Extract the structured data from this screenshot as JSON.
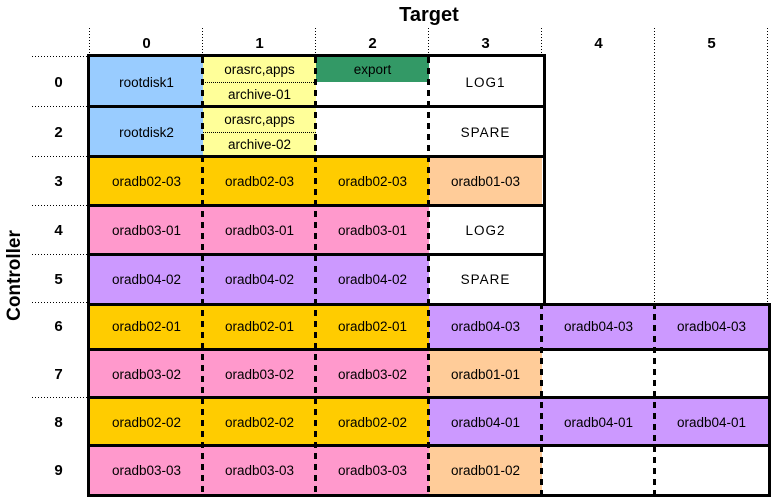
{
  "axes": {
    "target_title": "Target",
    "controller_title": "Controller",
    "target_labels": [
      "0",
      "1",
      "2",
      "3",
      "4",
      "5"
    ],
    "controller_labels": [
      "0",
      "2",
      "3",
      "4",
      "5",
      "6",
      "7",
      "8",
      "9"
    ]
  },
  "palette": {
    "blue": "#99CCFF",
    "yellow": "#FFFF99",
    "green": "#339966",
    "gold": "#FFCC00",
    "pink": "#FF99CC",
    "purple": "#CC99FF",
    "peach": "#FFCC99",
    "white": "#FFFFFF",
    "line": "#000000"
  },
  "rows": [
    {
      "controller": "0",
      "cells": [
        {
          "target": "0",
          "text": "rootdisk1",
          "color": "blue"
        },
        {
          "target": "1",
          "line1": "orasrc,apps",
          "line2": "archive-01",
          "color": "yellow"
        },
        {
          "target": "2",
          "text": "export",
          "color": "green",
          "style": "top-half-band"
        },
        {
          "target": "3",
          "text": "LOG1",
          "color": "white"
        }
      ]
    },
    {
      "controller": "2",
      "cells": [
        {
          "target": "0",
          "text": "rootdisk2",
          "color": "blue"
        },
        {
          "target": "1",
          "line1": "orasrc,apps",
          "line2": "archive-02",
          "color": "yellow"
        },
        {
          "target": "2",
          "text": "",
          "color": "white"
        },
        {
          "target": "3",
          "text": "SPARE",
          "color": "white"
        }
      ]
    },
    {
      "controller": "3",
      "cells": [
        {
          "target": "0",
          "text": "oradb02-03",
          "color": "gold"
        },
        {
          "target": "1",
          "text": "oradb02-03",
          "color": "gold"
        },
        {
          "target": "2",
          "text": "oradb02-03",
          "color": "gold"
        },
        {
          "target": "3",
          "text": "oradb01-03",
          "color": "peach"
        }
      ]
    },
    {
      "controller": "4",
      "cells": [
        {
          "target": "0",
          "text": "oradb03-01",
          "color": "pink"
        },
        {
          "target": "1",
          "text": "oradb03-01",
          "color": "pink"
        },
        {
          "target": "2",
          "text": "oradb03-01",
          "color": "pink"
        },
        {
          "target": "3",
          "text": "LOG2",
          "color": "white"
        }
      ]
    },
    {
      "controller": "5",
      "cells": [
        {
          "target": "0",
          "text": "oradb04-02",
          "color": "purple"
        },
        {
          "target": "1",
          "text": "oradb04-02",
          "color": "purple"
        },
        {
          "target": "2",
          "text": "oradb04-02",
          "color": "purple"
        },
        {
          "target": "3",
          "text": "SPARE",
          "color": "white"
        }
      ]
    },
    {
      "controller": "6",
      "cells": [
        {
          "target": "0",
          "text": "oradb02-01",
          "color": "gold"
        },
        {
          "target": "1",
          "text": "oradb02-01",
          "color": "gold"
        },
        {
          "target": "2",
          "text": "oradb02-01",
          "color": "gold"
        },
        {
          "target": "3",
          "text": "oradb04-03",
          "color": "purple"
        },
        {
          "target": "4",
          "text": "oradb04-03",
          "color": "purple"
        },
        {
          "target": "5",
          "text": "oradb04-03",
          "color": "purple"
        }
      ]
    },
    {
      "controller": "7",
      "cells": [
        {
          "target": "0",
          "text": "oradb03-02",
          "color": "pink"
        },
        {
          "target": "1",
          "text": "oradb03-02",
          "color": "pink"
        },
        {
          "target": "2",
          "text": "oradb03-02",
          "color": "pink"
        },
        {
          "target": "3",
          "text": "oradb01-01",
          "color": "peach"
        },
        {
          "target": "4",
          "text": "",
          "color": "white"
        },
        {
          "target": "5",
          "text": "",
          "color": "white"
        }
      ]
    },
    {
      "controller": "8",
      "cells": [
        {
          "target": "0",
          "text": "oradb02-02",
          "color": "gold"
        },
        {
          "target": "1",
          "text": "oradb02-02",
          "color": "gold"
        },
        {
          "target": "2",
          "text": "oradb02-02",
          "color": "gold"
        },
        {
          "target": "3",
          "text": "oradb04-01",
          "color": "purple"
        },
        {
          "target": "4",
          "text": "oradb04-01",
          "color": "purple"
        },
        {
          "target": "5",
          "text": "oradb04-01",
          "color": "purple"
        }
      ]
    },
    {
      "controller": "9",
      "cells": [
        {
          "target": "0",
          "text": "oradb03-03",
          "color": "pink"
        },
        {
          "target": "1",
          "text": "oradb03-03",
          "color": "pink"
        },
        {
          "target": "2",
          "text": "oradb03-03",
          "color": "pink"
        },
        {
          "target": "3",
          "text": "oradb01-02",
          "color": "peach"
        },
        {
          "target": "4",
          "text": "",
          "color": "white"
        },
        {
          "target": "5",
          "text": "",
          "color": "white"
        }
      ]
    }
  ]
}
